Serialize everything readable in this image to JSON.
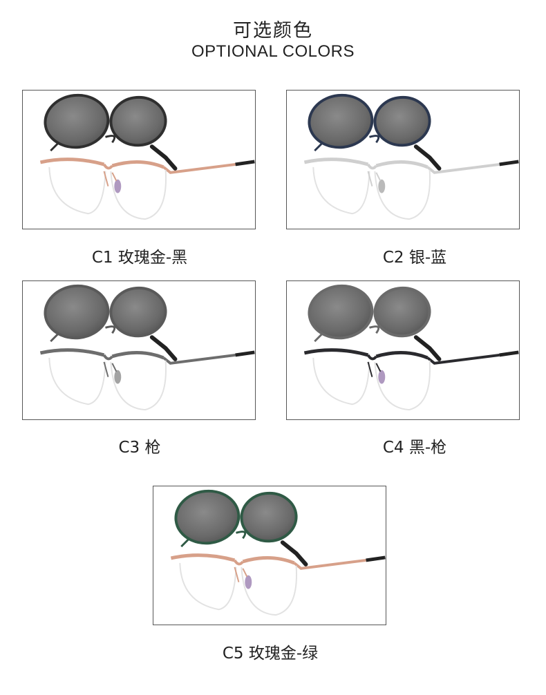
{
  "header": {
    "title_cn": "可选颜色",
    "title_en": "OPTIONAL COLORS"
  },
  "variants": [
    {
      "label": "C1 玫瑰金-黑",
      "frame_color": "#d7a089",
      "clip_color": "#2f2f2f",
      "nose_color": "#9b7fb0"
    },
    {
      "label": "C2 银-蓝",
      "frame_color": "#cfcfcf",
      "clip_color": "#2c3850",
      "nose_color": "#a9a9a9"
    },
    {
      "label": "C3 枪",
      "frame_color": "#6d6d6d",
      "clip_color": "#5a5a5a",
      "nose_color": "#8c8c8c"
    },
    {
      "label": "C4 黑-枪",
      "frame_color": "#2a2a2e",
      "clip_color": "#6a6a6a",
      "nose_color": "#9b7fb0"
    },
    {
      "label": "C5 玫瑰金-绿",
      "frame_color": "#d7a089",
      "clip_color": "#2f5a45",
      "nose_color": "#9b7fb0"
    }
  ]
}
